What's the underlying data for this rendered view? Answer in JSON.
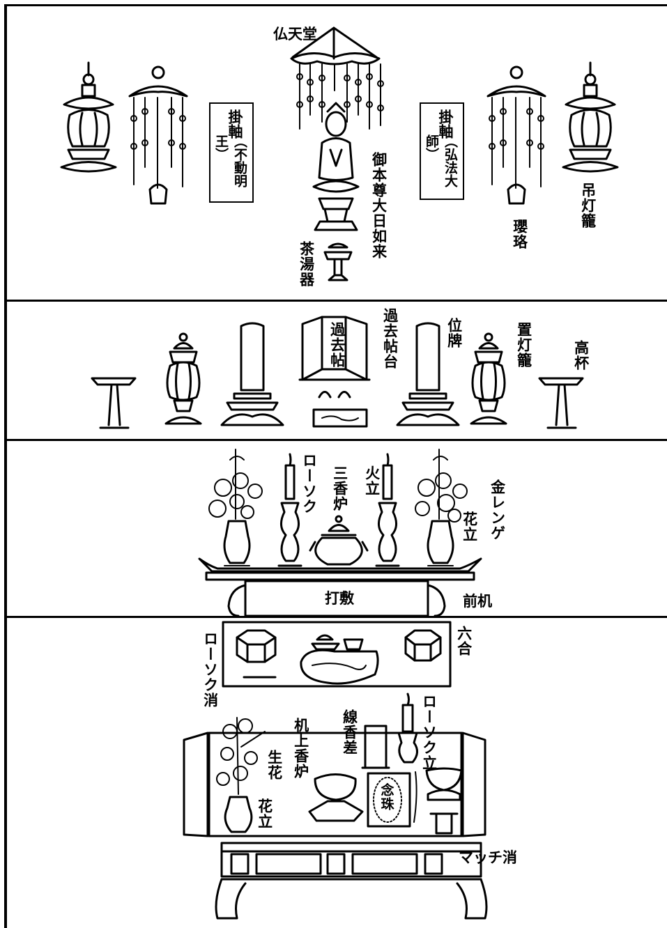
{
  "top": {
    "butsutendo": "仏天堂",
    "kakejiku_left_a": "掛軸",
    "kakejiku_left_b": "（不動明王）",
    "kakejiku_right_a": "掛軸",
    "kakejiku_right_b": "（弘法大師）",
    "honzon": "御本尊大日如来",
    "chatoki": "茶湯器",
    "yoraku": "瓔珞",
    "tsuridoro": "吊灯籠"
  },
  "second": {
    "kakochodai": "過去帖台",
    "kakocho": "過去帖",
    "ihai": "位牌",
    "okidoro": "置灯籠",
    "takatsuki": "高杯"
  },
  "third": {
    "rosoku": "ローソク",
    "sankoro": "三香炉",
    "hitate": "火立",
    "kinrenge": "金レンゲ",
    "hanatate": "花立",
    "uchishiki": "打敷",
    "maezukue": "前机"
  },
  "bottom": {
    "rosokukeshi": "ローソク消",
    "rokugo": "六合",
    "senkozashi": "線香差",
    "rosokutate": "ローソク立",
    "kijokoro": "机上香炉",
    "ikebana": "生花",
    "hanatate": "花立",
    "nenju": "念珠",
    "matchkeshi": "マッチ消"
  }
}
